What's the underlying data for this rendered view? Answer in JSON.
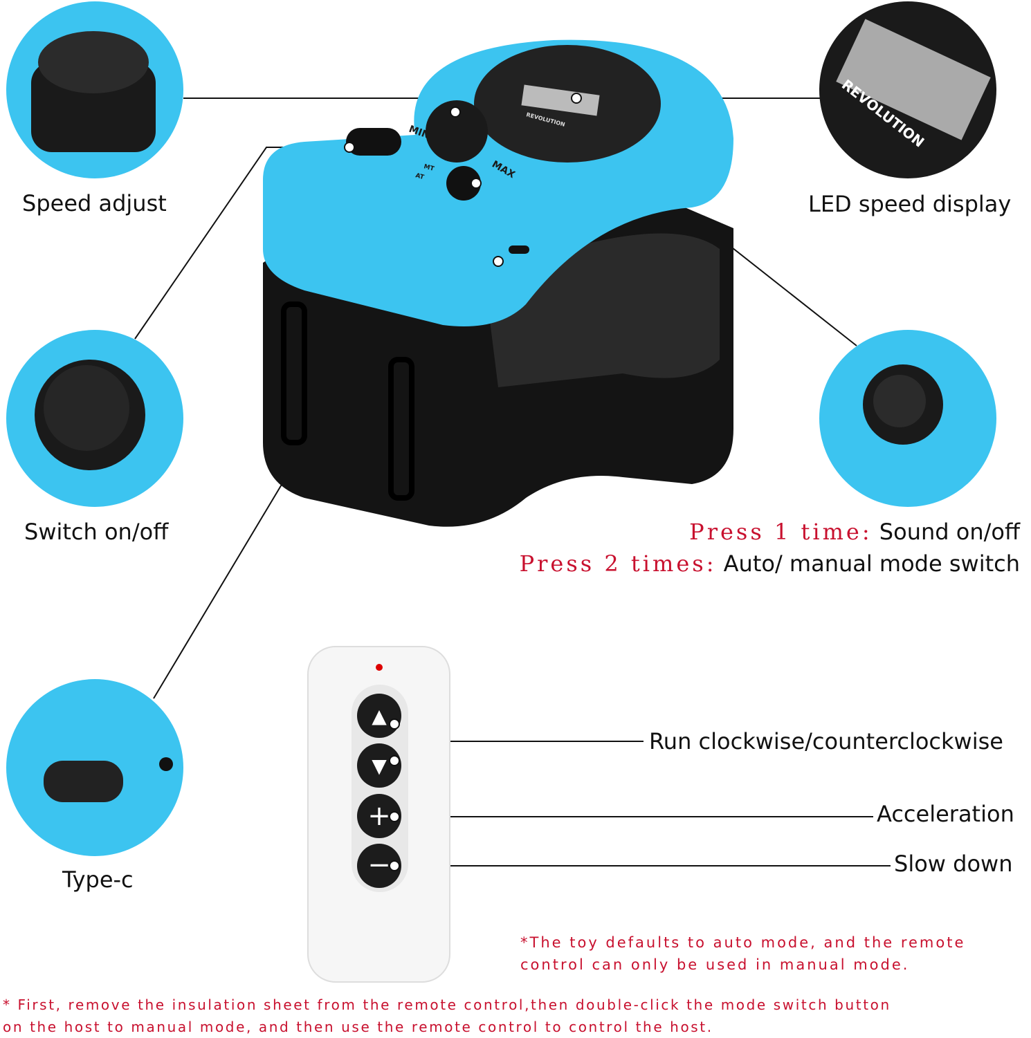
{
  "features": {
    "speed_adjust": "Speed adjust",
    "led_display": "LED speed display",
    "switch": "Switch on/off",
    "type_c": "Type-c"
  },
  "mode_button": {
    "press1_prefix": "Press 1 time:",
    "press1_text": "Sound on/off",
    "press2_prefix": "Press 2 times:",
    "press2_text": "Auto/ manual mode switch"
  },
  "remote": {
    "up_down": "Run clockwise/counterclockwise",
    "plus": "Acceleration",
    "minus": "Slow down"
  },
  "device_markings": {
    "min": "MIN",
    "max": "MAX",
    "mt": "MT",
    "at": "AT",
    "display_label": "REVOLUTION"
  },
  "notes": {
    "remote_note_1": "*The toy defaults to auto mode, and the remote",
    "remote_note_2": "control can only be used in manual mode.",
    "footer_1": "* First, remove the insulation sheet from the remote control,then double-click the mode switch button",
    "footer_2": "on the host to manual mode, and then use the remote control to control the host."
  },
  "colors": {
    "device_blue": "#3cc4f0",
    "device_black": "#141414",
    "note_red": "#c8102e"
  }
}
